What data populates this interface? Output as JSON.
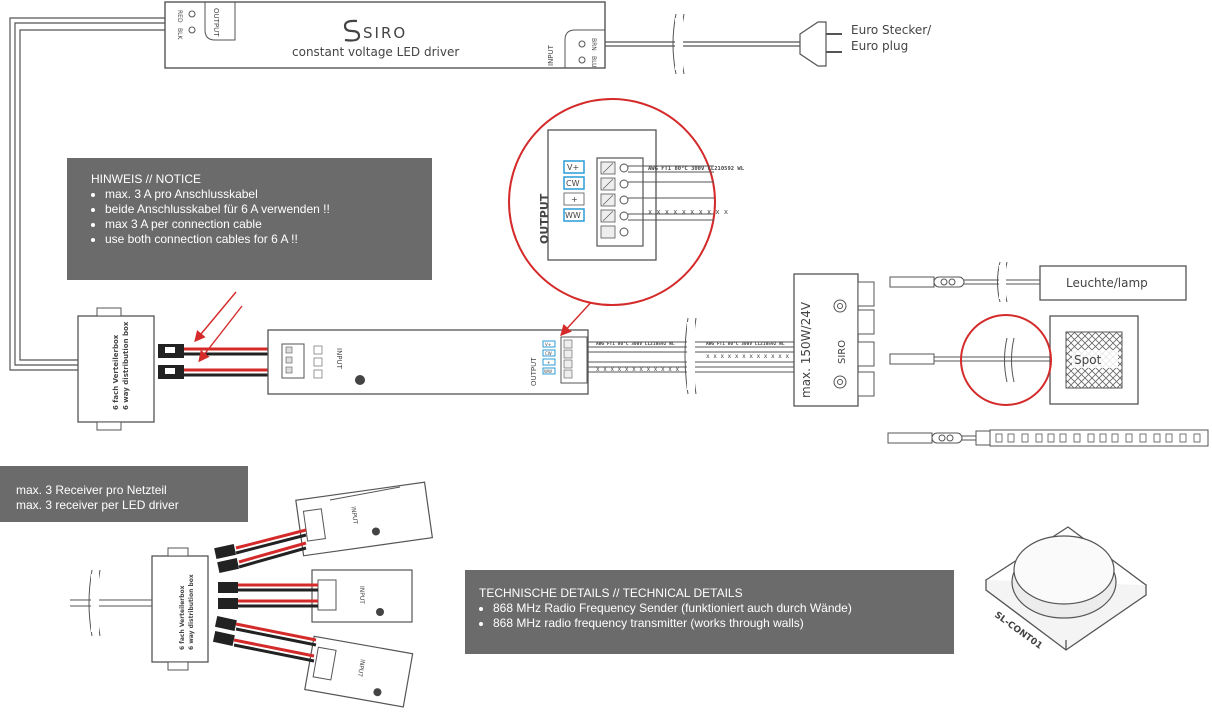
{
  "driver": {
    "brand": "SIRO",
    "subtitle": "constant voltage LED driver",
    "output_label": "OUTPUT",
    "input_label": "INPUT",
    "wire_red": "RED",
    "wire_black": "BLK",
    "wire_brown": "BRN",
    "wire_blue": "BLU"
  },
  "plug": {
    "line1": "Euro Stecker/",
    "line2": "Euro plug"
  },
  "notice": {
    "heading": "HINWEIS // NOTICE",
    "items": [
      "max. 3 A pro Anschlusskabel",
      "beide Anschlusskabel für 6 A verwenden !!",
      "max 3 A per connection cable",
      "use both connection cables for 6 A !!"
    ]
  },
  "zoom": {
    "output_label": "OUTPUT",
    "terminals": [
      "V+",
      "CW",
      "+",
      "WW"
    ],
    "cable_text": "AWG FT1 80°C 300V LL210592 WL",
    "cross_text": "x x x x x x x x x x"
  },
  "receiver": {
    "input_label": "INPUT",
    "output_label": "OUTPUT",
    "terminals": [
      "V+",
      "CW",
      "+",
      "WW"
    ],
    "cable_text": "AWG FT1 80°C 300V LL210592 WL",
    "cross_text": "x x x x x x x x x x x x"
  },
  "distribution": {
    "line1": "6 fach Verteilerbox",
    "line2": "6 way distribution box"
  },
  "psu": {
    "rating": "max. 150W/24V",
    "brand": "SIRO"
  },
  "lamp_label": "Leuchte/lamp",
  "spot_label": "Spot",
  "receivers_note": {
    "line1": "max. 3 Receiver pro Netzteil",
    "line2": "max. 3 receiver per LED driver"
  },
  "tech": {
    "heading": "TECHNISCHE DETAILS // TECHNICAL DETAILS",
    "items": [
      "868 MHz Radio Frequency Sender (funktioniert auch durch Wände)",
      "868 MHz radio frequency transmitter (works through walls)"
    ]
  },
  "remote_label": "SL-CONT01",
  "colors": {
    "highlight_red": "#d42a2a",
    "note_grey": "#6b6b6b",
    "terminal_blue": "#2b9bd6",
    "line": "#555555"
  }
}
